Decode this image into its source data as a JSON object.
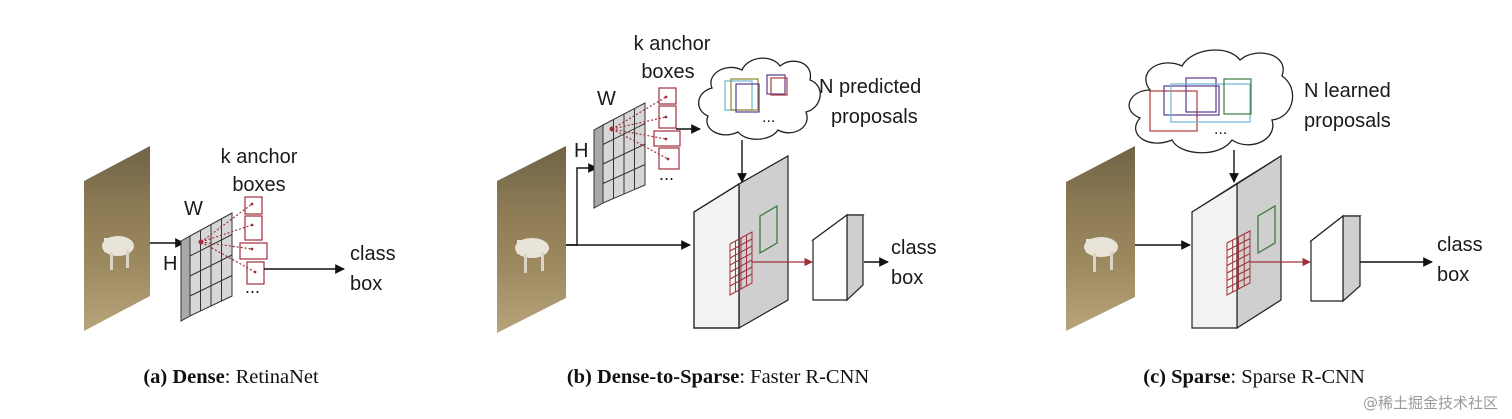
{
  "panels": {
    "a": {
      "anchor_text": [
        "k anchor",
        "boxes"
      ],
      "w_label": "W",
      "h_label": "H",
      "ellipsis": "...",
      "output_labels": [
        "class",
        "box"
      ],
      "caption": {
        "letter": "(a)",
        "bold": "Dense",
        "rest": ": RetinaNet"
      }
    },
    "b": {
      "anchor_text": [
        "k anchor",
        "boxes"
      ],
      "w_label": "W",
      "h_label": "H",
      "ellipsis": "...",
      "proposals_label": [
        "N predicted",
        "proposals"
      ],
      "cloud_ellipsis": "...",
      "output_labels": [
        "class",
        "box"
      ],
      "caption": {
        "letter": "(b)",
        "bold": "Dense-to-Sparse",
        "rest": ": Faster R-CNN"
      }
    },
    "c": {
      "proposals_label": [
        "N learned",
        "proposals"
      ],
      "cloud_ellipsis": "...",
      "output_labels": [
        "class",
        "box"
      ],
      "caption": {
        "letter": "(c)",
        "bold": "Sparse",
        "rest": ": Sparse R-CNN"
      }
    }
  },
  "watermark": "@稀土掘金技术社区",
  "colors": {
    "anchor_red": "#a0303a",
    "grid_fill": "#d7d7d7",
    "box_face": "#f2f2f2",
    "box_side": "#cfcfcf",
    "proposal_colors": [
      "#6cb6d6",
      "#8a8a2a",
      "#5b3a8f",
      "#3e7a3e",
      "#b03a3a"
    ]
  }
}
